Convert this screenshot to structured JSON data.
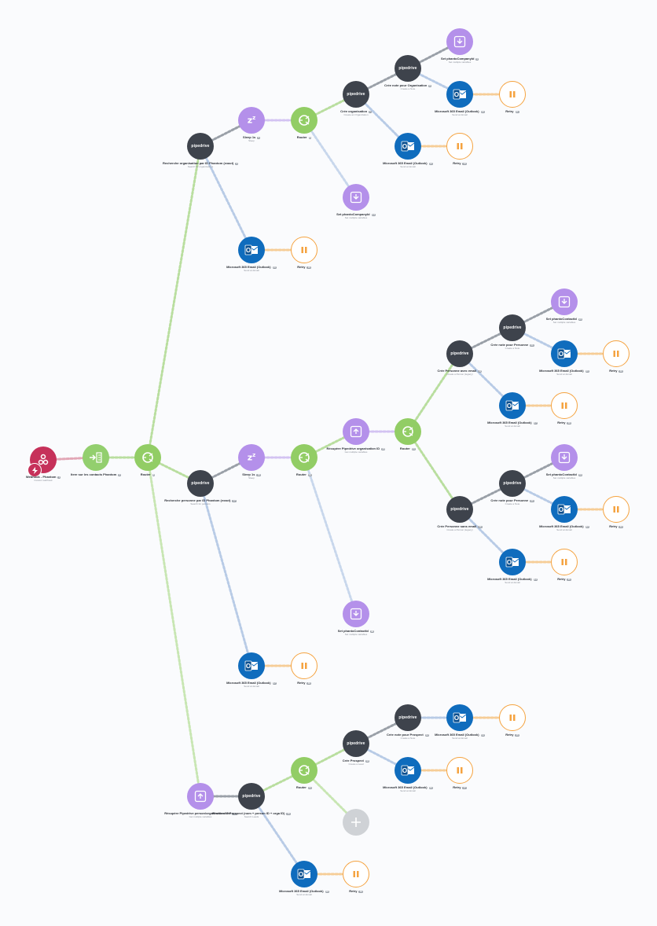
{
  "colors": {
    "webhook": "#c6315a",
    "router": "#92cd65",
    "iterator": "#93cf6e",
    "tools": "#b490ea",
    "pipedrive": "#3e434c",
    "outlook": "#0f6cbd",
    "retry": "#f5a340",
    "add": "#cfd2d6"
  },
  "nodes": {
    "webhook": {
      "title": "Webhook - Phantom",
      "badge": "1",
      "sub": "Custom webhook",
      "icon": "webhook-icon"
    },
    "iterator": {
      "title": "Itere sur les contacts Phantom",
      "badge": "2",
      "sub": "",
      "icon": "iterator-icon"
    },
    "router_main": {
      "title": "Router",
      "badge": "3",
      "sub": "",
      "icon": "router-icon"
    },
    "pd_rech_org": {
      "title": "Recherche organisation par ID Phantom (exact)",
      "badge": "4",
      "sub": "Search for organizations",
      "brand": "pipedrive"
    },
    "sleep_1": {
      "title": "Sleep 1s",
      "badge": "5",
      "sub": "Sleep",
      "icon": "sleep-icon"
    },
    "router_1": {
      "title": "Router",
      "badge": "6",
      "sub": "",
      "icon": "router-icon"
    },
    "pd_cree_org": {
      "title": "Crée organisation",
      "badge": "7",
      "sub": "Create an Organization",
      "brand": "pipedrive"
    },
    "pd_note_org": {
      "title": "Crée note pour Organisation",
      "badge": "8",
      "sub": "Create a Note",
      "brand": "pipedrive"
    },
    "setvar_company_1": {
      "title": "Set phantoCompanyId",
      "badge": "9",
      "sub": "Set multiple variables",
      "icon": "set-variable-icon"
    },
    "outlook_1": {
      "title": "Microsoft 365 Email (Outlook)",
      "badge": "10",
      "sub": "Send an Email",
      "icon": "outlook-icon"
    },
    "retry_1": {
      "title": "Retry",
      "badge": "11",
      "sub": "",
      "icon": "pause-icon"
    },
    "outlook_2": {
      "title": "Microsoft 365 Email (Outlook)",
      "badge": "12",
      "sub": "Send an Email",
      "icon": "outlook-icon"
    },
    "retry_2": {
      "title": "Retry",
      "badge": "13",
      "sub": "",
      "icon": "pause-icon"
    },
    "setvar_company_2": {
      "title": "Set phantoCompanyId",
      "badge": "14",
      "sub": "Set multiple variables",
      "icon": "set-variable-icon"
    },
    "outlook_3": {
      "title": "Microsoft 365 Email (Outlook)",
      "badge": "15",
      "sub": "Send an Email",
      "icon": "outlook-icon"
    },
    "retry_3": {
      "title": "Retry",
      "badge": "16",
      "sub": "",
      "icon": "pause-icon"
    },
    "pd_rech_pers": {
      "title": "Recherche personne par ID Phantom (exact)",
      "badge": "17",
      "sub": "Search for persons",
      "brand": "pipedrive"
    },
    "sleep_2": {
      "title": "Sleep 1s",
      "badge": "18",
      "sub": "Sleep",
      "icon": "sleep-icon"
    },
    "router_2": {
      "title": "Router",
      "badge": "19",
      "sub": "",
      "icon": "router-icon"
    },
    "get_pd_org": {
      "title": "Récupère Pipedrive organisation ID",
      "badge": "20",
      "sub": "Get multiple variables",
      "icon": "get-variable-icon"
    },
    "router_3": {
      "title": "Router",
      "badge": "21",
      "sub": "",
      "icon": "router-icon"
    },
    "pd_cree_pers_email": {
      "title": "Crée Personne avec email",
      "badge": "22",
      "sub": "Create a Person (legacy)",
      "brand": "pipedrive"
    },
    "pd_note_pers_1": {
      "title": "Crée note pour Personne",
      "badge": "23",
      "sub": "Create a Note",
      "brand": "pipedrive"
    },
    "setvar_contact_1": {
      "title": "Set phantoContactId",
      "badge": "24",
      "sub": "Set multiple variables",
      "icon": "set-variable-icon"
    },
    "outlook_4": {
      "title": "Microsoft 365 Email (Outlook)",
      "badge": "25",
      "sub": "Send an Email",
      "icon": "outlook-icon"
    },
    "retry_4": {
      "title": "Retry",
      "badge": "26",
      "sub": "",
      "icon": "pause-icon"
    },
    "outlook_5": {
      "title": "Microsoft 365 Email (Outlook)",
      "badge": "27",
      "sub": "Send an Email",
      "icon": "outlook-icon"
    },
    "retry_5": {
      "title": "Retry",
      "badge": "28",
      "sub": "",
      "icon": "pause-icon"
    },
    "pd_cree_pers_sans": {
      "title": "Crée Personne sans email",
      "badge": "29",
      "sub": "Create a Person (legacy)",
      "brand": "pipedrive"
    },
    "pd_note_pers_2": {
      "title": "Crée note pour Personne",
      "badge": "30",
      "sub": "Create a Note",
      "brand": "pipedrive"
    },
    "setvar_contact_2": {
      "title": "Set phantoContactId",
      "badge": "31",
      "sub": "Set multiple variables",
      "icon": "set-variable-icon"
    },
    "outlook_6": {
      "title": "Microsoft 365 Email (Outlook)",
      "badge": "32",
      "sub": "Send an Email",
      "icon": "outlook-icon"
    },
    "retry_6": {
      "title": "Retry",
      "badge": "33",
      "sub": "",
      "icon": "pause-icon"
    },
    "outlook_7": {
      "title": "Microsoft 365 Email (Outlook)",
      "badge": "34",
      "sub": "Send an Email",
      "icon": "outlook-icon"
    },
    "retry_7": {
      "title": "Retry",
      "badge": "35",
      "sub": "",
      "icon": "pause-icon"
    },
    "setvar_contact_3": {
      "title": "Set phantoContactId",
      "badge": "36",
      "sub": "Set multiple variables",
      "icon": "set-variable-icon"
    },
    "outlook_8": {
      "title": "Microsoft 365 Email (Outlook)",
      "badge": "37",
      "sub": "Send an Email",
      "icon": "outlook-icon"
    },
    "retry_8": {
      "title": "Retry",
      "badge": "38",
      "sub": "",
      "icon": "pause-icon"
    },
    "get_pd_person_org": {
      "title": "Récupère Pipedrive person/organisation IDs",
      "badge": "39",
      "sub": "Get multiple variables",
      "icon": "get-variable-icon"
    },
    "pd_rech_prospect": {
      "title": "Recherche Prospect (nom + person ID + orga ID)",
      "badge": "40",
      "sub": "Search Leads",
      "brand": "pipedrive"
    },
    "router_4": {
      "title": "Router",
      "badge": "41",
      "sub": "",
      "icon": "router-icon"
    },
    "pd_cree_prospect": {
      "title": "Crée Prospect",
      "badge": "42",
      "sub": "Create a Lead",
      "brand": "pipedrive"
    },
    "pd_note_prospect": {
      "title": "Crée note pour Prospect",
      "badge": "43",
      "sub": "Create a Note",
      "brand": "pipedrive"
    },
    "outlook_9": {
      "title": "Microsoft 365 Email (Outlook)",
      "badge": "44",
      "sub": "Send an Email",
      "icon": "outlook-icon"
    },
    "retry_9": {
      "title": "Retry",
      "badge": "45",
      "sub": "",
      "icon": "pause-icon"
    },
    "outlook_10": {
      "title": "Microsoft 365 Email (Outlook)",
      "badge": "46",
      "sub": "Send an Email",
      "icon": "outlook-icon"
    },
    "retry_10": {
      "title": "Retry",
      "badge": "47",
      "sub": "",
      "icon": "pause-icon"
    },
    "add_module": {
      "title": "",
      "badge": "",
      "sub": "",
      "icon": "plus-icon"
    },
    "outlook_11": {
      "title": "Microsoft 365 Email (Outlook)",
      "badge": "48",
      "sub": "Send an Email",
      "icon": "outlook-icon"
    },
    "retry_11": {
      "title": "Retry",
      "badge": "49",
      "sub": "",
      "icon": "pause-icon"
    }
  }
}
